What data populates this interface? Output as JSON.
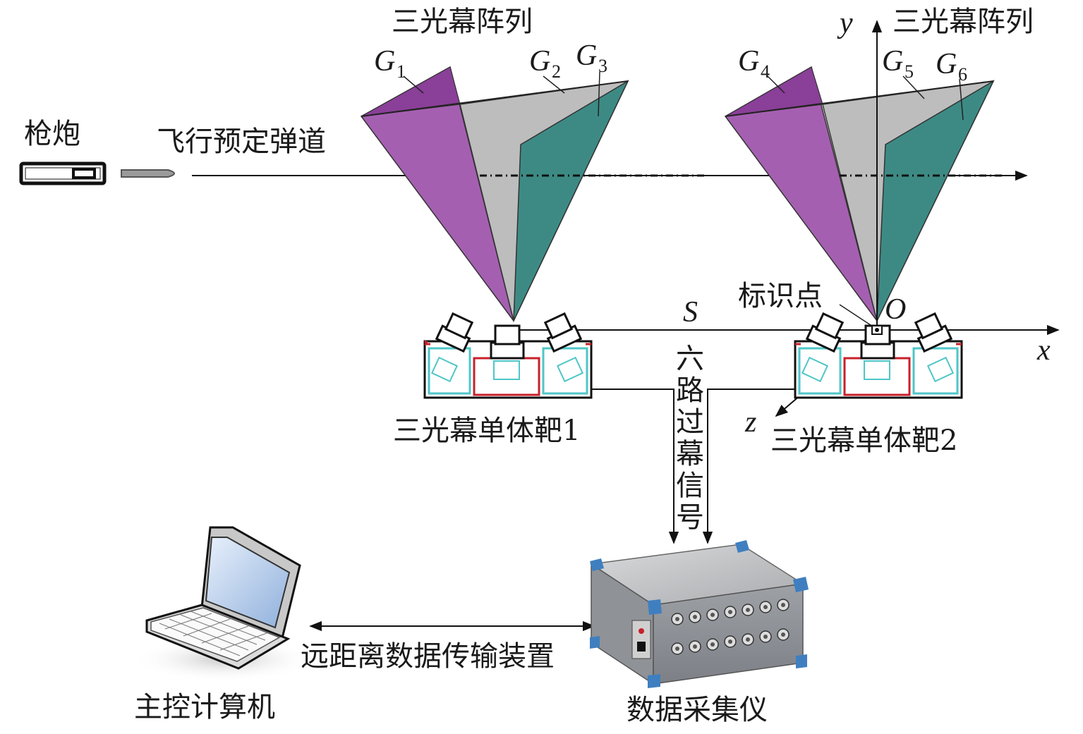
{
  "labels": {
    "array_left": "三光幕阵列",
    "array_right": "三光幕阵列",
    "gun": "枪炮",
    "trajectory": "飞行预定弹道",
    "marker_point": "标识点",
    "target1": "三光幕单体靶1",
    "target2": "三光幕单体靶2",
    "signal_chars": [
      "六",
      "路",
      "过",
      "幕",
      "信",
      "号"
    ],
    "transfer": "远距离数据传输装置",
    "host": "主控计算机",
    "daq": "数据采集仪"
  },
  "symbols": {
    "g1": {
      "main": "G",
      "sub": "1"
    },
    "g2": {
      "main": "G",
      "sub": "2"
    },
    "g3": {
      "main": "G",
      "sub": "3"
    },
    "g4": {
      "main": "G",
      "sub": "4"
    },
    "g5": {
      "main": "G",
      "sub": "5"
    },
    "g6": {
      "main": "G",
      "sub": "6"
    },
    "s": "S",
    "o": "O",
    "x": "x",
    "y": "y",
    "z": "z"
  },
  "colors": {
    "purple": "#a55fb1",
    "purple_dark": "#8a3f98",
    "gray": "#bdbdbd",
    "teal": "#3d8a85",
    "teal_dark": "#2f6f6a",
    "red": "#c8202a",
    "cyan": "#4fc6c8",
    "daq_blue": "#3f7fc0"
  }
}
